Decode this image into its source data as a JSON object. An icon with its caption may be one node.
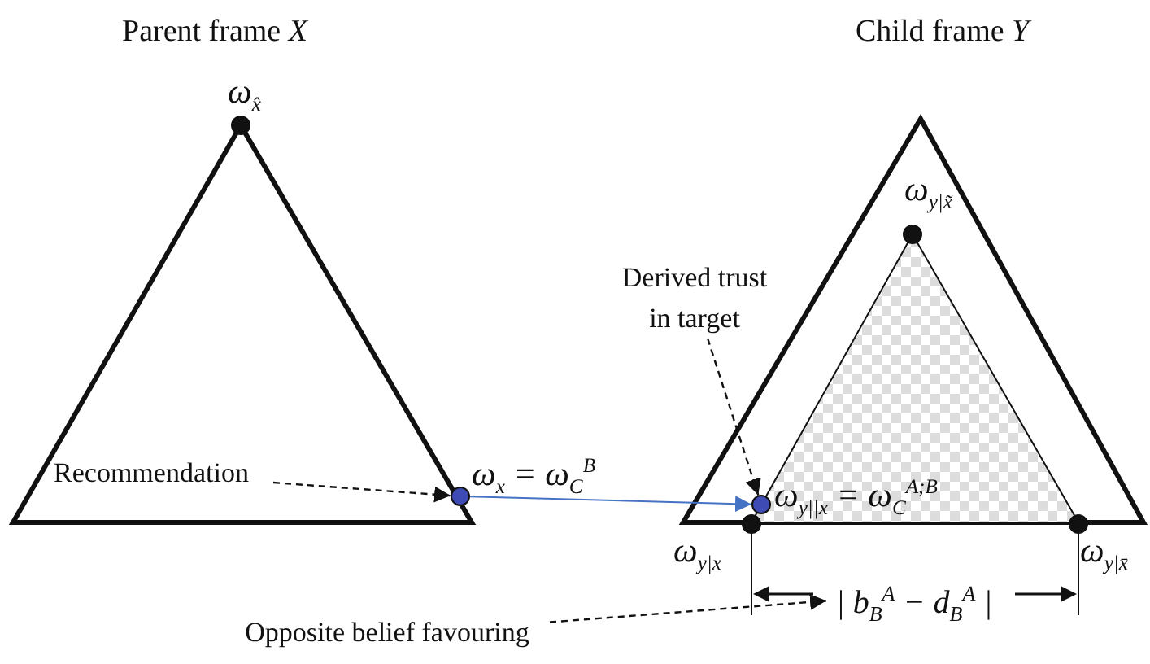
{
  "diagram": {
    "nodes": [
      {
        "text": [
          "Parent frame *X*"
        ]
      },
      {
        "text": [],
        "shape": "circle",
        "beside": [
          "ω$_{x̂}$"
        ]
      },
      {
        "text": [
          "Recommendation"
        ],
        "in": 0
      },
      {
        "text": [],
        "shape": "circle",
        "beside": [
          "ω$_{x}$ = ω$_{C}$$^{B}$"
        ]
      },
      {
        "text": [
          "Child frame *Y*"
        ]
      },
      {
        "text": [],
        "shape": "triangle",
        "in": 4
      },
      {
        "text": [],
        "shape": "circle",
        "beside": [
          "ω$_{y|x̃}$"
        ],
        "in": 4
      },
      {
        "text": [
          "Derived trust in target"
        ]
      },
      {
        "text": [],
        "shape": "circle",
        "beside": [
          "ω$_{y||x}$ = ω$_{C}$$^{A;B}$"
        ],
        "in": 4
      },
      {
        "text": [],
        "shape": "circle",
        "beside": [
          "ω$_{y|x}$"
        ]
      },
      {
        "text": [],
        "shape": "circle",
        "beside": [
          "ω$_{y|x̄}$"
        ]
      },
      {
        "text": [
          "| b$_{B}$$^{A}$ − d$_{B}$$^{A}$ |"
        ]
      },
      {
        "text": [
          "Opposite belief favouring"
        ]
      }
    ],
    "edges": [
      {
        "from": 2,
        "to": 3,
        "arrow": "to",
        "style": "dashed"
      },
      {
        "from": 3,
        "to": 8,
        "arrow": "to",
        "color": "#4472c4"
      },
      {
        "from": 7,
        "to": 8,
        "arrow": "to",
        "style": "dashed"
      },
      {
        "from": 12,
        "to": 11,
        "arrow": "to",
        "style": "dashed"
      }
    ]
  }
}
